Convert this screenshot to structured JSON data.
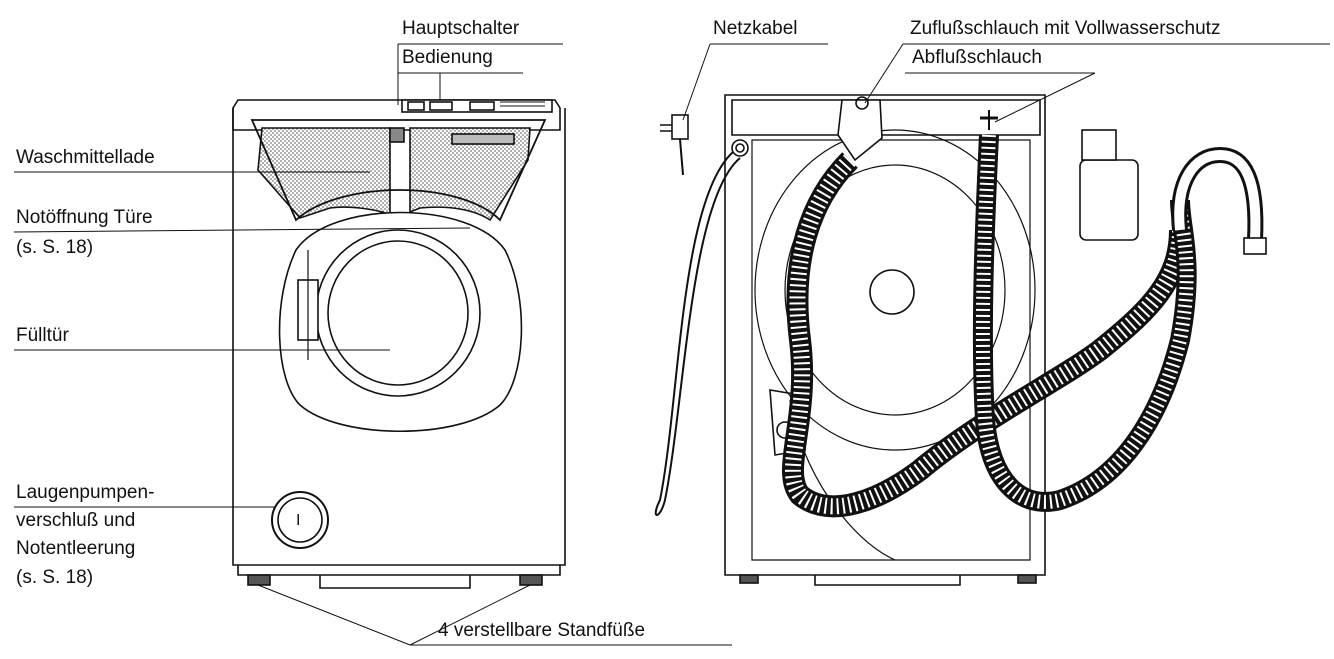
{
  "labels": {
    "hauptschalter": "Hauptschalter",
    "bedienung": "Bedienung",
    "waschmittellade": "Waschmittellade",
    "notoeffnung_line1": "Notöffnung Türe",
    "notoeffnung_line2": "(s. S. 18)",
    "fuelltuer": "Fülltür",
    "laugenpumpe_line1": "Laugenpumpen-",
    "laugenpumpe_line2": "verschluß und",
    "laugenpumpe_line3": "Notentleerung",
    "laugenpumpe_line4": "(s. S. 18)",
    "standfuesse": "4 verstellbare Standfüße",
    "netzkabel": "Netzkabel",
    "zuflussschlauch": "Zuflußschlauch mit Vollwasserschutz",
    "abflussschlauch": "Abflußschlauch"
  },
  "colors": {
    "ink": "#111111",
    "paper": "#ffffff",
    "screen": "#9a9a9a"
  },
  "door_mark": "I"
}
